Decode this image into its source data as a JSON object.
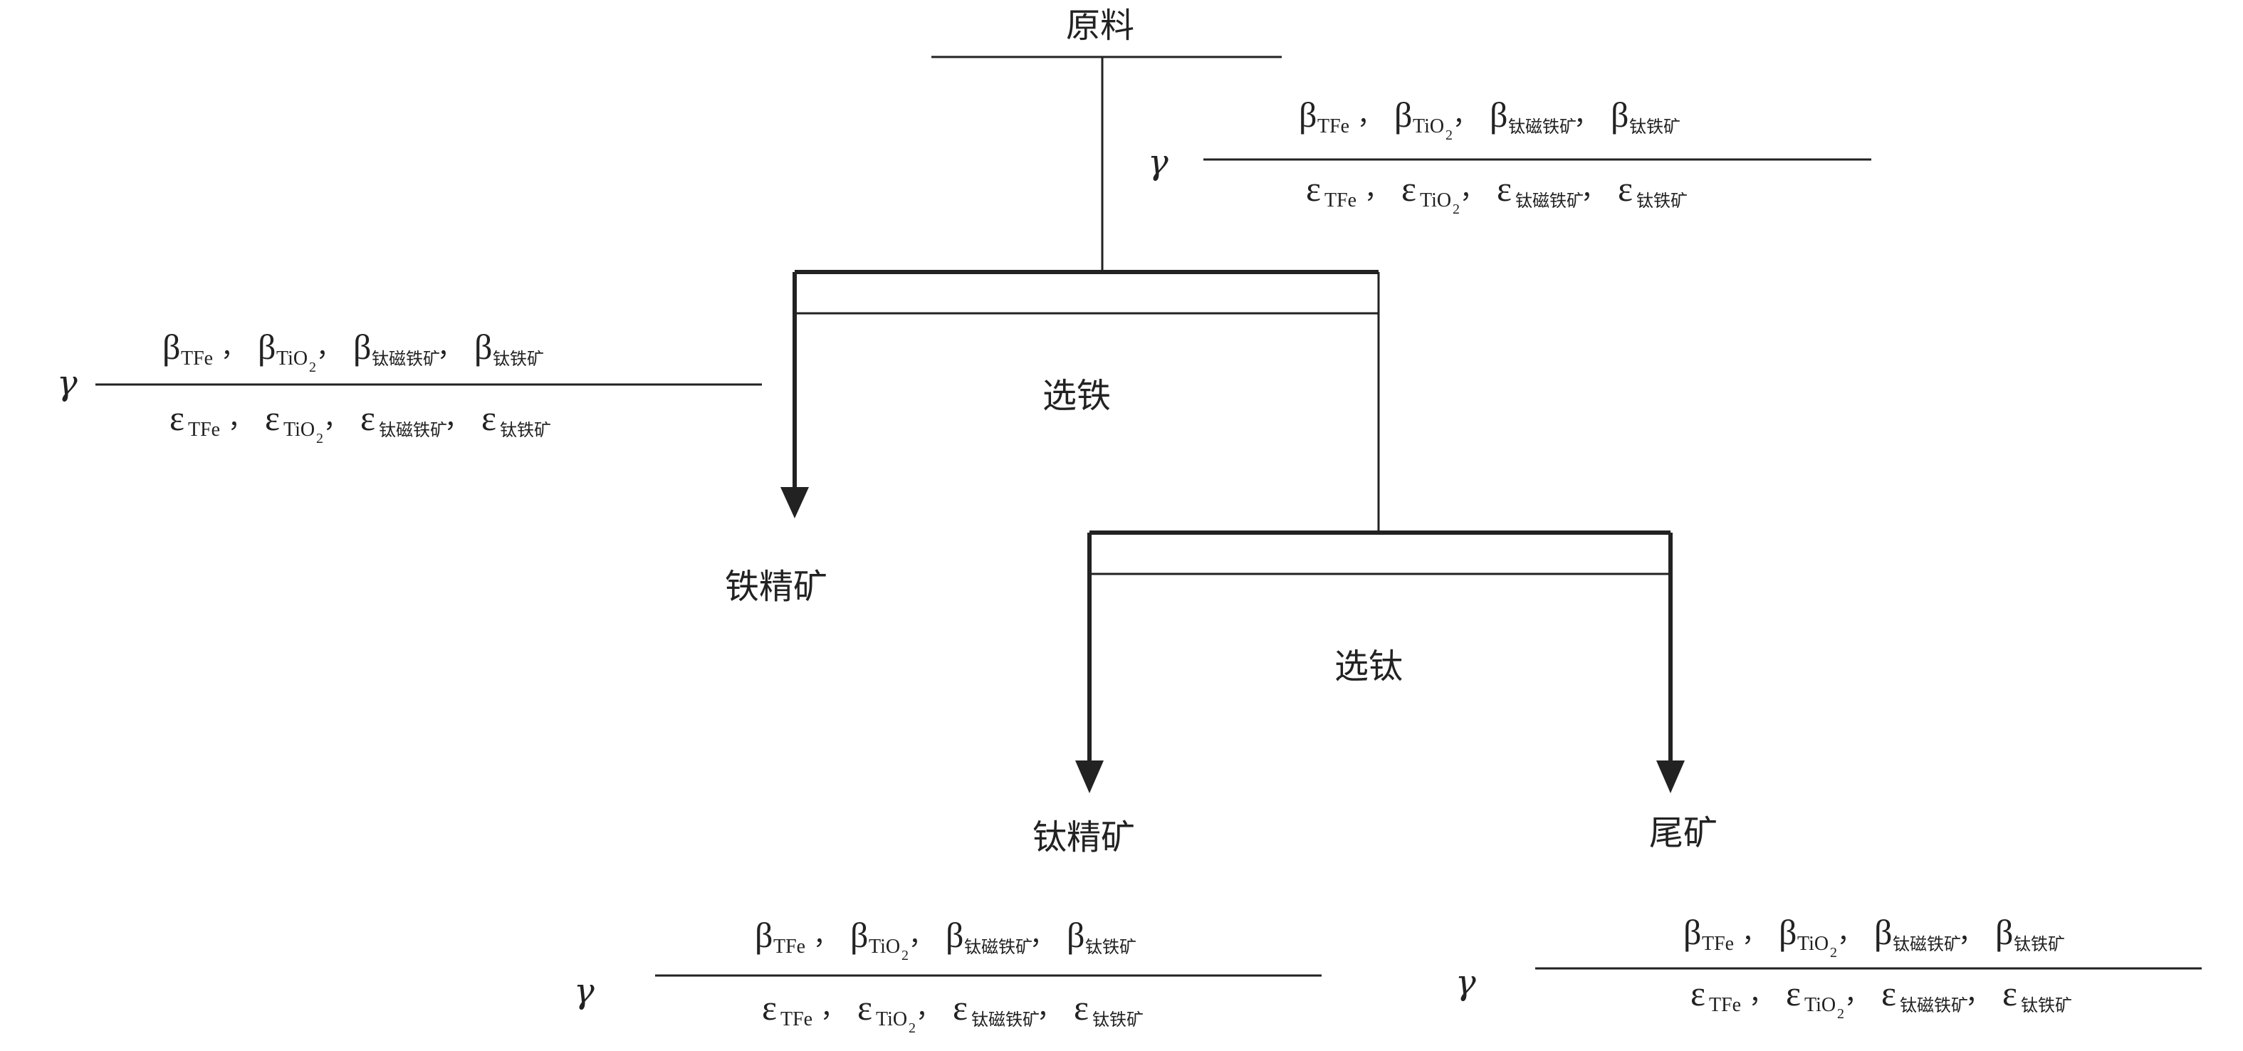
{
  "nodes": {
    "feed": "原料",
    "iron_separation": "选铁",
    "iron_concentrate": "铁精矿",
    "ti_separation": "选钛",
    "ti_concentrate": "钛精矿",
    "tailings": "尾矿"
  },
  "index": {
    "gamma": "γ",
    "beta": "β",
    "epsilon": "ε",
    "separator": "，",
    "sub_tfe": "TFe",
    "sub_tio": "TiO",
    "sub_two": "2",
    "sub_titanomagnetite": "钛磁铁矿",
    "sub_ilmenite": "钛铁矿"
  }
}
